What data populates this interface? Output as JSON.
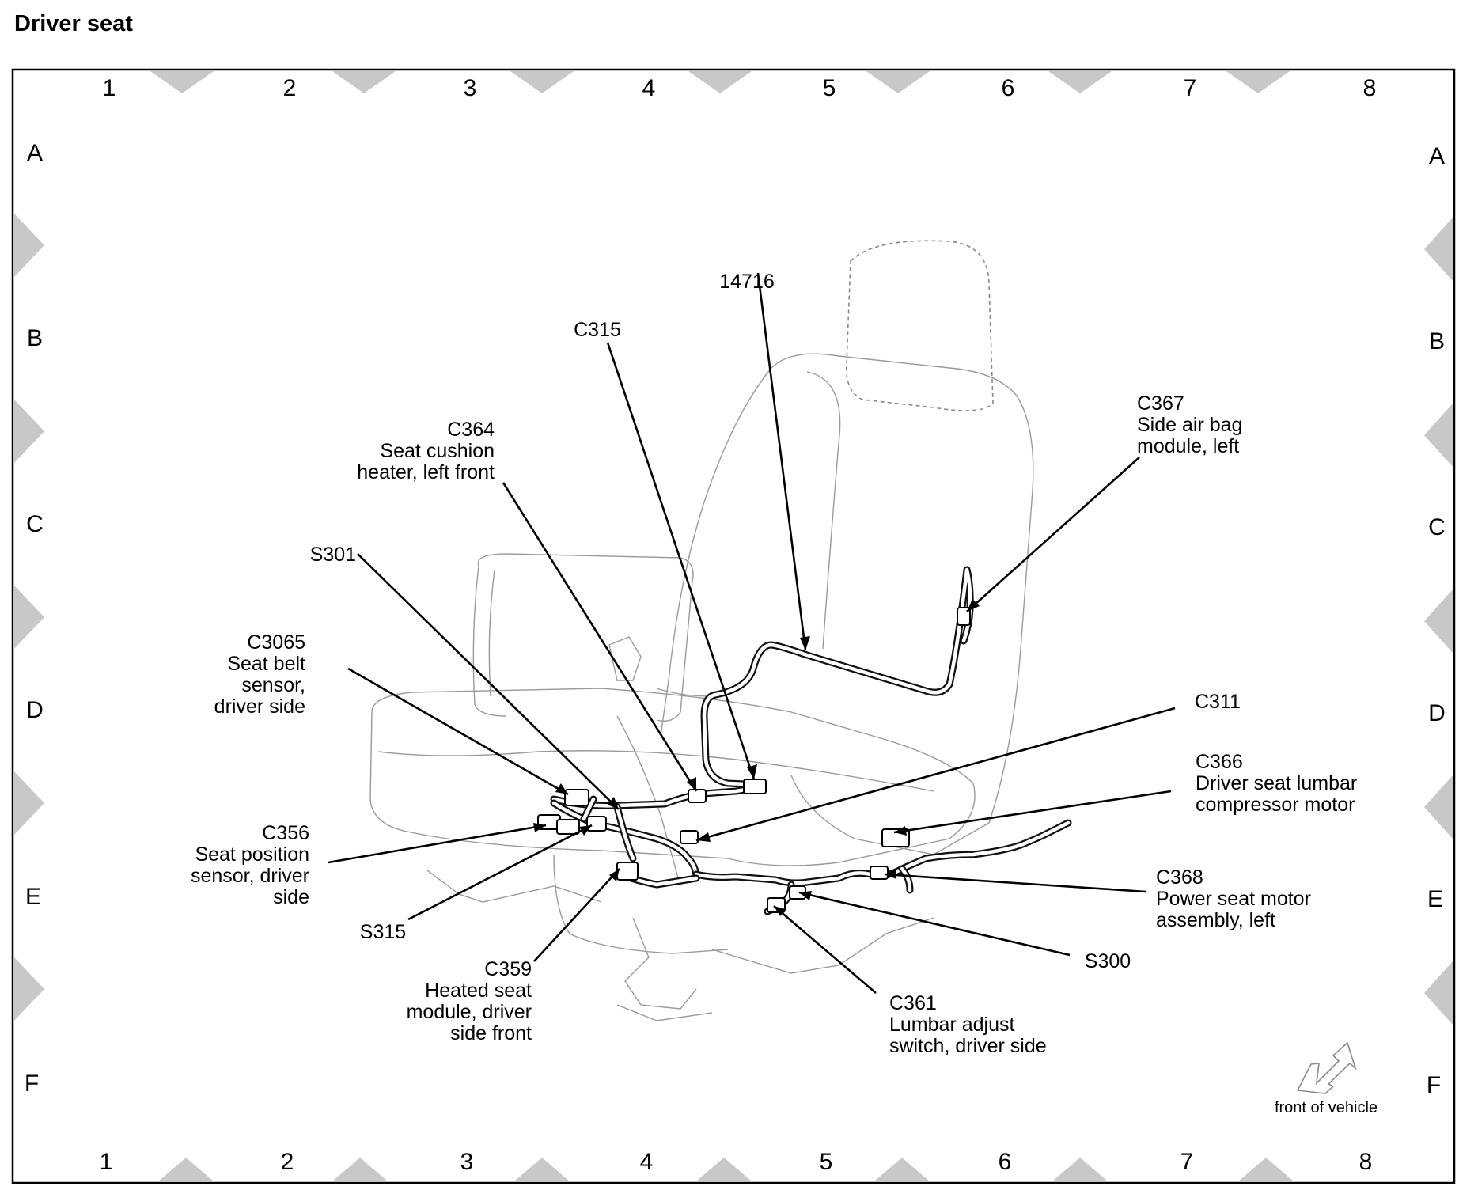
{
  "title": "Driver seat",
  "grid": {
    "columns": [
      "1",
      "2",
      "3",
      "4",
      "5",
      "6",
      "7",
      "8"
    ],
    "rows": [
      "A",
      "B",
      "C",
      "D",
      "E",
      "F"
    ]
  },
  "labels": {
    "p14716": "14716",
    "c315": "C315",
    "c364": {
      "id": "C364",
      "l1": "Seat cushion",
      "l2": "heater, left front"
    },
    "c367": {
      "id": "C367",
      "l1": "Side air bag",
      "l2": "module, left"
    },
    "s301": "S301",
    "c3065": {
      "id": "C3065",
      "l1": "Seat belt",
      "l2": "sensor,",
      "l3": "driver side"
    },
    "c311": "C311",
    "c366": {
      "id": "C366",
      "l1": "Driver seat lumbar",
      "l2": "compressor motor"
    },
    "c356": {
      "id": "C356",
      "l1": "Seat position",
      "l2": "sensor, driver",
      "l3": "side"
    },
    "c368": {
      "id": "C368",
      "l1": "Power seat motor",
      "l2": "assembly, left"
    },
    "s315": "S315",
    "s300": "S300",
    "c359": {
      "id": "C359",
      "l1": "Heated seat",
      "l2": "module, driver",
      "l3": "side front"
    },
    "c361": {
      "id": "C361",
      "l1": "Lumbar adjust",
      "l2": "switch, driver side"
    }
  },
  "orientation": {
    "text": "front of vehicle",
    "icon": "arrow-down-left-icon"
  },
  "colors": {
    "line": "#000000",
    "seat_outline": "#9a9a9a",
    "border_marks": "#c8c8c8"
  }
}
